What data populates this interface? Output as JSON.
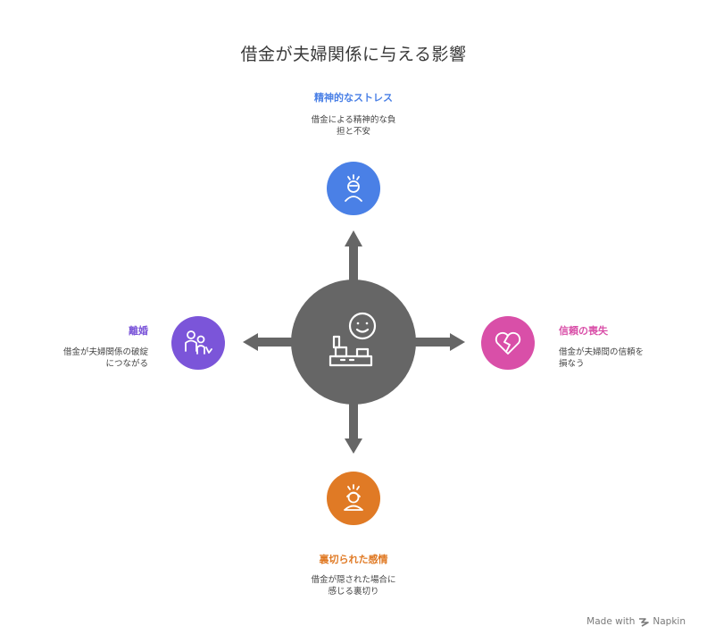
{
  "title": "借金が夫婦関係に与える影響",
  "center": {
    "icon": "person-happy-with-money-icon"
  },
  "items": [
    {
      "label": "精神的なストレス",
      "desc_line1": "借金による精神的な負",
      "desc_line2": "担と不安",
      "color": "#4a80e6",
      "icon": "stressed-person-icon"
    },
    {
      "label": "信頼の喪失",
      "desc_line1": "借金が夫婦間の信頼を",
      "desc_line2": "損なう",
      "color": "#d94fa8",
      "icon": "broken-heart-icon"
    },
    {
      "label": "裏切られた感情",
      "desc_line1": "借金が隠された場合に",
      "desc_line2": "感じる裏切り",
      "color": "#e07a25",
      "icon": "distressed-person-icon"
    },
    {
      "label": "離婚",
      "desc_line1": "借金が夫婦関係の破綻",
      "desc_line2": "につながる",
      "color": "#7b55d9",
      "icon": "separating-couple-icon"
    }
  ],
  "footer": {
    "made_with": "Made with",
    "brand": "Napkin"
  },
  "colors": {
    "center": "#666666",
    "arrow": "#666666"
  }
}
